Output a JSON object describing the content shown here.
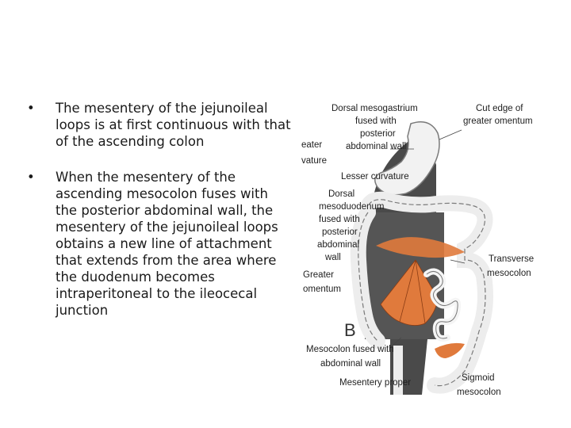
{
  "bullets": [
    {
      "marker": "•",
      "text": "The mesentery of the jejunoileal loops is at first continuous with that of the ascending colon"
    },
    {
      "marker": "•",
      "text": "When the mesentery of the ascending mesocolon fuses with the posterior abdominal wall, the mesentery of the jejunoileal loops obtains a new line of attachment that extends from the area where the duodenum becomes intraperitoneal to the ileocecal junction"
    }
  ],
  "figure": {
    "panel_letter": "B",
    "labels": {
      "dorsal_mesogastrium_1": "Dorsal mesogastrium",
      "dorsal_mesogastrium_2": "fused with",
      "dorsal_mesogastrium_3": "posterior",
      "dorsal_mesogastrium_4": "abdominal wall",
      "cut_edge_1": "Cut edge of",
      "cut_edge_2": "greater omentum",
      "greater_curvature_1": "eater",
      "greater_curvature_2": "vature",
      "lesser_curvature": "Lesser curvature",
      "dorsal_mesoduodenum_1": "Dorsal",
      "dorsal_mesoduodenum_2": "mesoduodenum",
      "dorsal_mesoduodenum_3": "fused with",
      "dorsal_mesoduodenum_4": "posterior",
      "dorsal_mesoduodenum_5": "abdominal",
      "dorsal_mesoduodenum_6": "wall",
      "transverse_1": "Transverse",
      "transverse_2": "mesocolon",
      "greater_omentum_1": "Greater",
      "greater_omentum_2": "omentum",
      "mesocolon_fused_1": "Mesocolon fused with",
      "mesocolon_fused_2": "abdominal wall",
      "mesentery_proper": "Mesentery proper",
      "sigmoid_1": "Sigmoid",
      "sigmoid_2": "mesocolon"
    },
    "colors": {
      "mesentery": "#e07a3c",
      "wall": "#4a4a4a",
      "organ": "#f2f2f2",
      "organ_outline": "#7a7a7a"
    }
  }
}
